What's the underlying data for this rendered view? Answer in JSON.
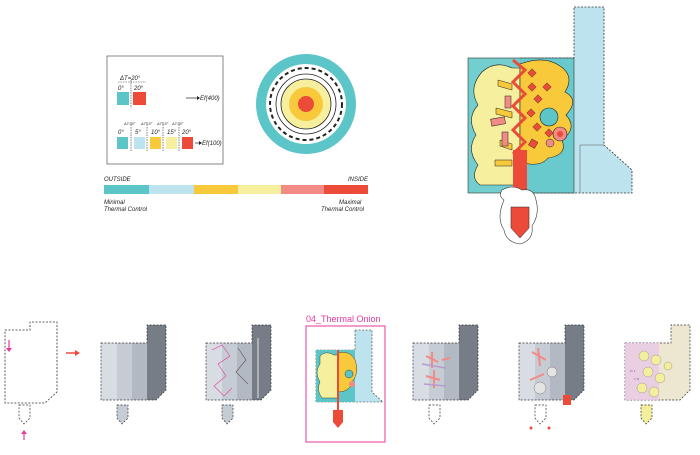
{
  "legend": {
    "delta_t": "ΔT=20°",
    "top_row": [
      "0°",
      "20°"
    ],
    "top_ef": "Ef(400)",
    "bottom_row": [
      "0°",
      "5°",
      "10°",
      "15°",
      "20°"
    ],
    "small_delta": "ΔT=5°",
    "bottom_ef": "Ef(100)"
  },
  "gradient_bar": {
    "left_label": "OUTSIDE",
    "right_label": "INSIDE",
    "min_label_line1": "Minimal",
    "min_label_line2": "Thermal Control",
    "max_label_line1": "Maximal",
    "max_label_line2": "Thermal Control"
  },
  "sequence": {
    "highlight_label": "04_Thermal Onion",
    "highlight_index": 3,
    "count": 7
  },
  "colors": {
    "teal": "#5bc5c8",
    "light_blue": "#bde3ee",
    "yellow": "#f7c93b",
    "pale_yellow": "#f6ef9d",
    "pink": "#f28a86",
    "red": "#ec4b3a",
    "magenta": "#e6399b"
  }
}
